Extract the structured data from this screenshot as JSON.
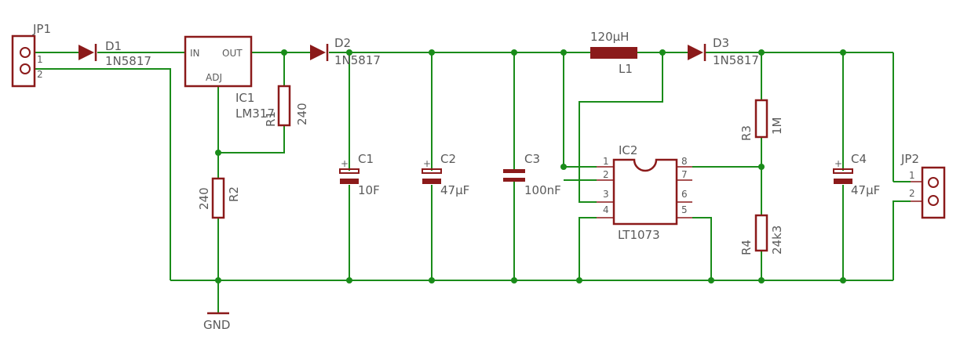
{
  "colors": {
    "wire": "#1a8c1a",
    "symbol": "#8b1a1a",
    "text": "#5a5a5a",
    "background": "#ffffff"
  },
  "components": {
    "jp1": {
      "name": "JP1",
      "pin1": "1",
      "pin2": "2"
    },
    "d1": {
      "name": "D1",
      "value": "1N5817"
    },
    "ic1": {
      "name": "IC1",
      "value": "LM317",
      "pin_in": "IN",
      "pin_out": "OUT",
      "pin_adj": "ADJ"
    },
    "r1": {
      "name": "R1",
      "value": "240"
    },
    "r2": {
      "name": "R2",
      "value": "240"
    },
    "d2": {
      "name": "D2",
      "value": "1N5817"
    },
    "c1": {
      "name": "C1",
      "value": "10F",
      "polarity": "+"
    },
    "c2": {
      "name": "C2",
      "value": "47µF",
      "polarity": "+"
    },
    "c3": {
      "name": "C3",
      "value": "100nF"
    },
    "l1": {
      "name": "L1",
      "value": "120µH"
    },
    "d3": {
      "name": "D3",
      "value": "1N5817"
    },
    "ic2": {
      "name": "IC2",
      "value": "LT1073",
      "pins": [
        "1",
        "2",
        "3",
        "4",
        "5",
        "6",
        "7",
        "8"
      ]
    },
    "r3": {
      "name": "R3",
      "value": "1M"
    },
    "r4": {
      "name": "R4",
      "value": "24k3"
    },
    "c4": {
      "name": "C4",
      "value": "47µF",
      "polarity": "+"
    },
    "jp2": {
      "name": "JP2",
      "pin1": "1",
      "pin2": "2"
    },
    "gnd": {
      "name": "GND"
    }
  }
}
